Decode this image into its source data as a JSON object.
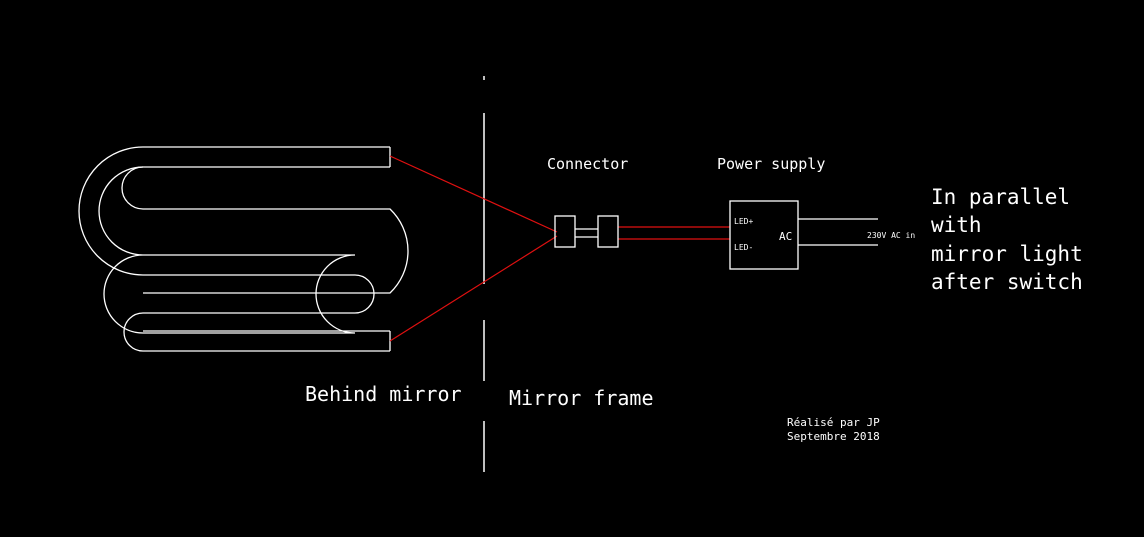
{
  "colors": {
    "background": "#000000",
    "line": "#ffffff",
    "wire": "#e01010"
  },
  "labels": {
    "connector": "Connector",
    "power_supply": "Power supply",
    "led_plus": "LED+",
    "led_minus": "LED-",
    "ac": "AC",
    "ac_input": "230V AC in",
    "note_line1": "In parallel",
    "note_line2": "with",
    "note_line3": "mirror light",
    "note_line4": "after switch",
    "behind_mirror": "Behind mirror",
    "mirror_frame": "Mirror frame",
    "credit_line1": "Réalisé par JP",
    "credit_line2": "Septembre 2018"
  }
}
